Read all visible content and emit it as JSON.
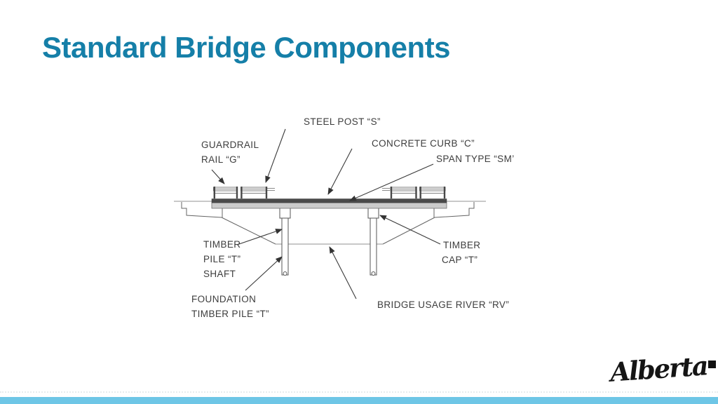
{
  "slide": {
    "title": "Standard Bridge Components"
  },
  "diagram": {
    "labels": {
      "steel_post": "STEEL POST “S”",
      "guardrail1": "GUARDRAIL",
      "guardrail2": "RAIL “G”",
      "concrete_curb": "CONCRETE CURB “C”",
      "span_type": "SPAN TYPE “SM’",
      "timber_pile1": "TIMBER",
      "timber_pile2": "PILE “T”",
      "timber_pile3": "SHAFT",
      "timber_cap1": "TIMBER",
      "timber_cap2": "CAP “T”",
      "foundation1": "FOUNDATION",
      "foundation2": "TIMBER PILE “T”",
      "bridge_usage": "BRIDGE USAGE RIVER “RV”"
    }
  },
  "footer": {
    "logo_text": "Alberta"
  },
  "colors": {
    "title": "#157FA8",
    "footer_bar": "#6EC6E6",
    "label": "#3D3D3D",
    "line": "#666666",
    "deck_dark": "#4A4A4A",
    "deck_light": "#CBCBCB"
  }
}
